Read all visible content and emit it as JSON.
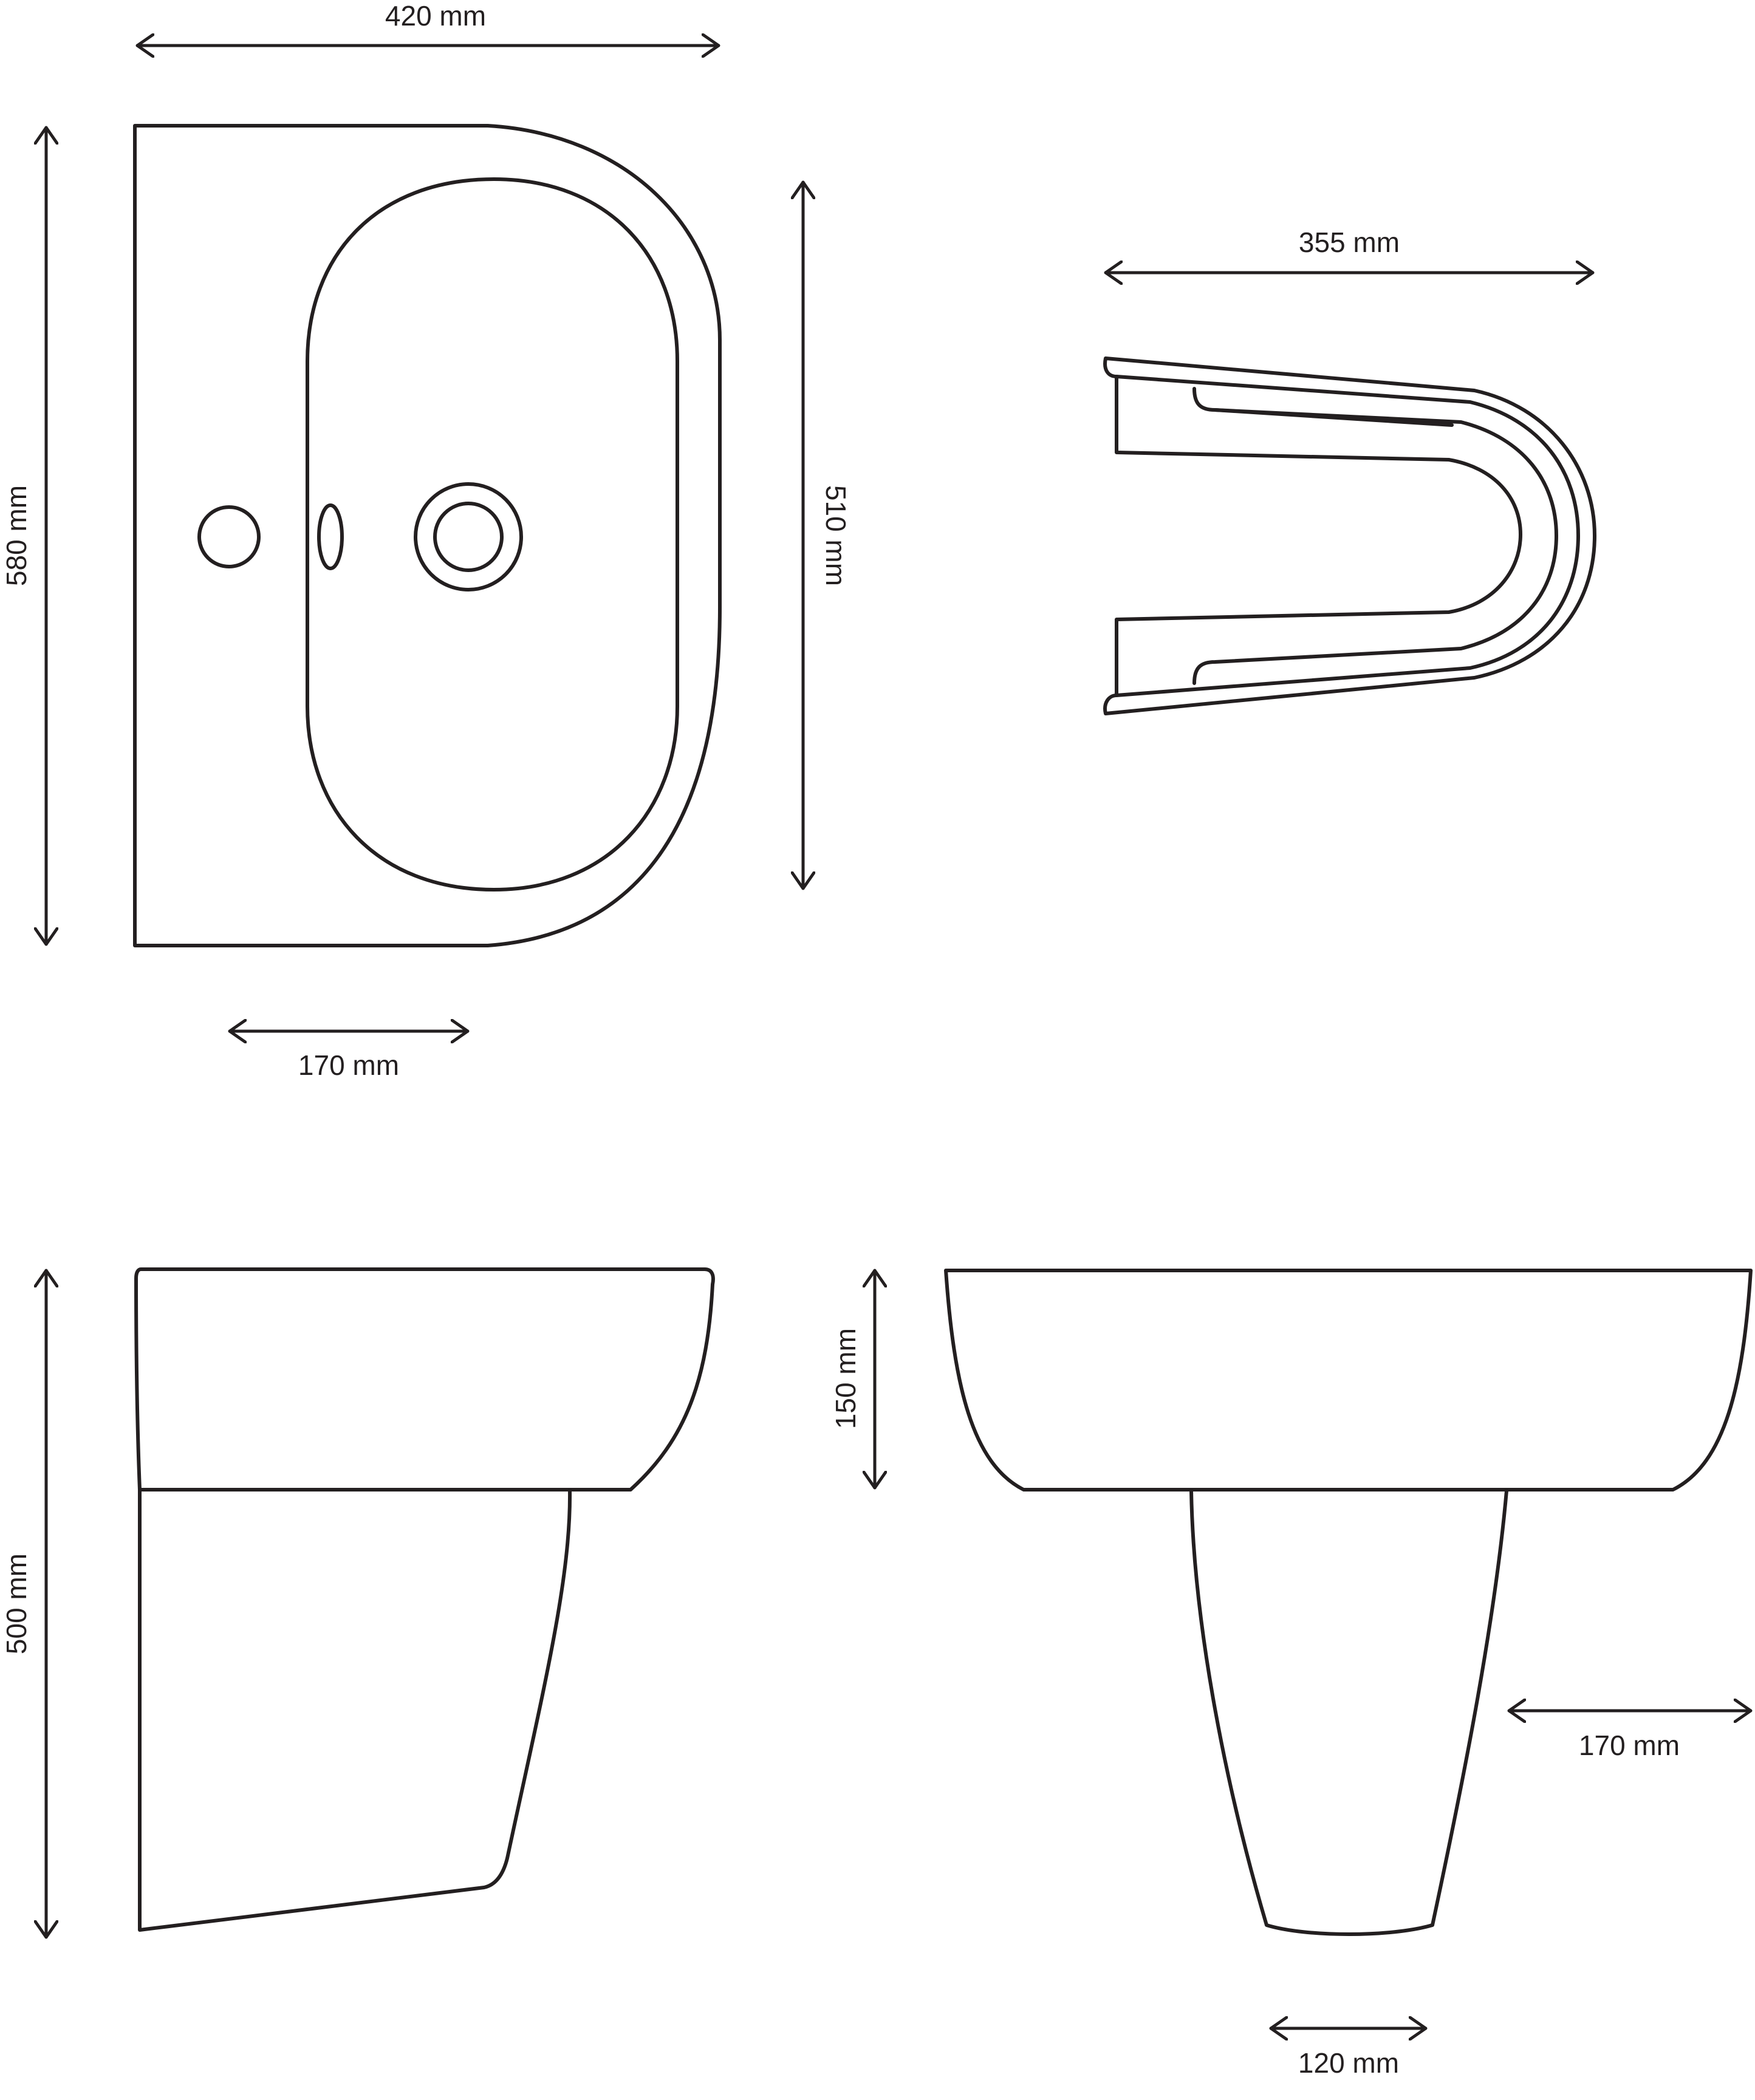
{
  "colors": {
    "stroke": "#231f20",
    "background": "#ffffff"
  },
  "top_view": {
    "width_label": "420 mm",
    "depth_label": "580 mm",
    "bowl_label": "510 mm",
    "tap_offset_label": "170 mm"
  },
  "pedestal_plan": {
    "width_label": "355 mm"
  },
  "side_view": {
    "height_label": "500 mm"
  },
  "front_view": {
    "basin_height_label": "150 mm",
    "projection_label": "170 mm",
    "base_width_label": "120 mm"
  }
}
